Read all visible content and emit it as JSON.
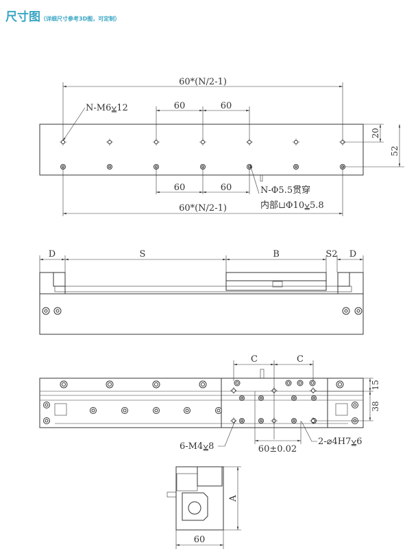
{
  "title": {
    "main": "尺寸图",
    "sub": "（详细尺寸参考3D图，可定制）"
  },
  "top_view": {
    "overall_top": "60*(N/2-1)",
    "pitch_a": "60",
    "pitch_b": "60",
    "thread_note": "N-M6⩣12",
    "dim_20": "20",
    "dim_52": "52",
    "pitch_c": "60",
    "pitch_d": "60",
    "through_note": "N-Φ5.5贯穿",
    "counterbore_note": "内部⊔Φ10⩣5.8",
    "overall_bottom": "60*(N/2-1)"
  },
  "front_view": {
    "d_left": "D",
    "s": "S",
    "b": "B",
    "s2": "S2",
    "d_right": "D"
  },
  "side_view": {
    "c_left": "C",
    "c_right": "C",
    "dim_15": "15",
    "dim_38": "38",
    "m4_note": "6-M4⩣8",
    "tol_note": "60±0.02",
    "pin_note": "2-⌀4H7⩣6"
  },
  "end_view": {
    "height": "A",
    "width": "60"
  }
}
